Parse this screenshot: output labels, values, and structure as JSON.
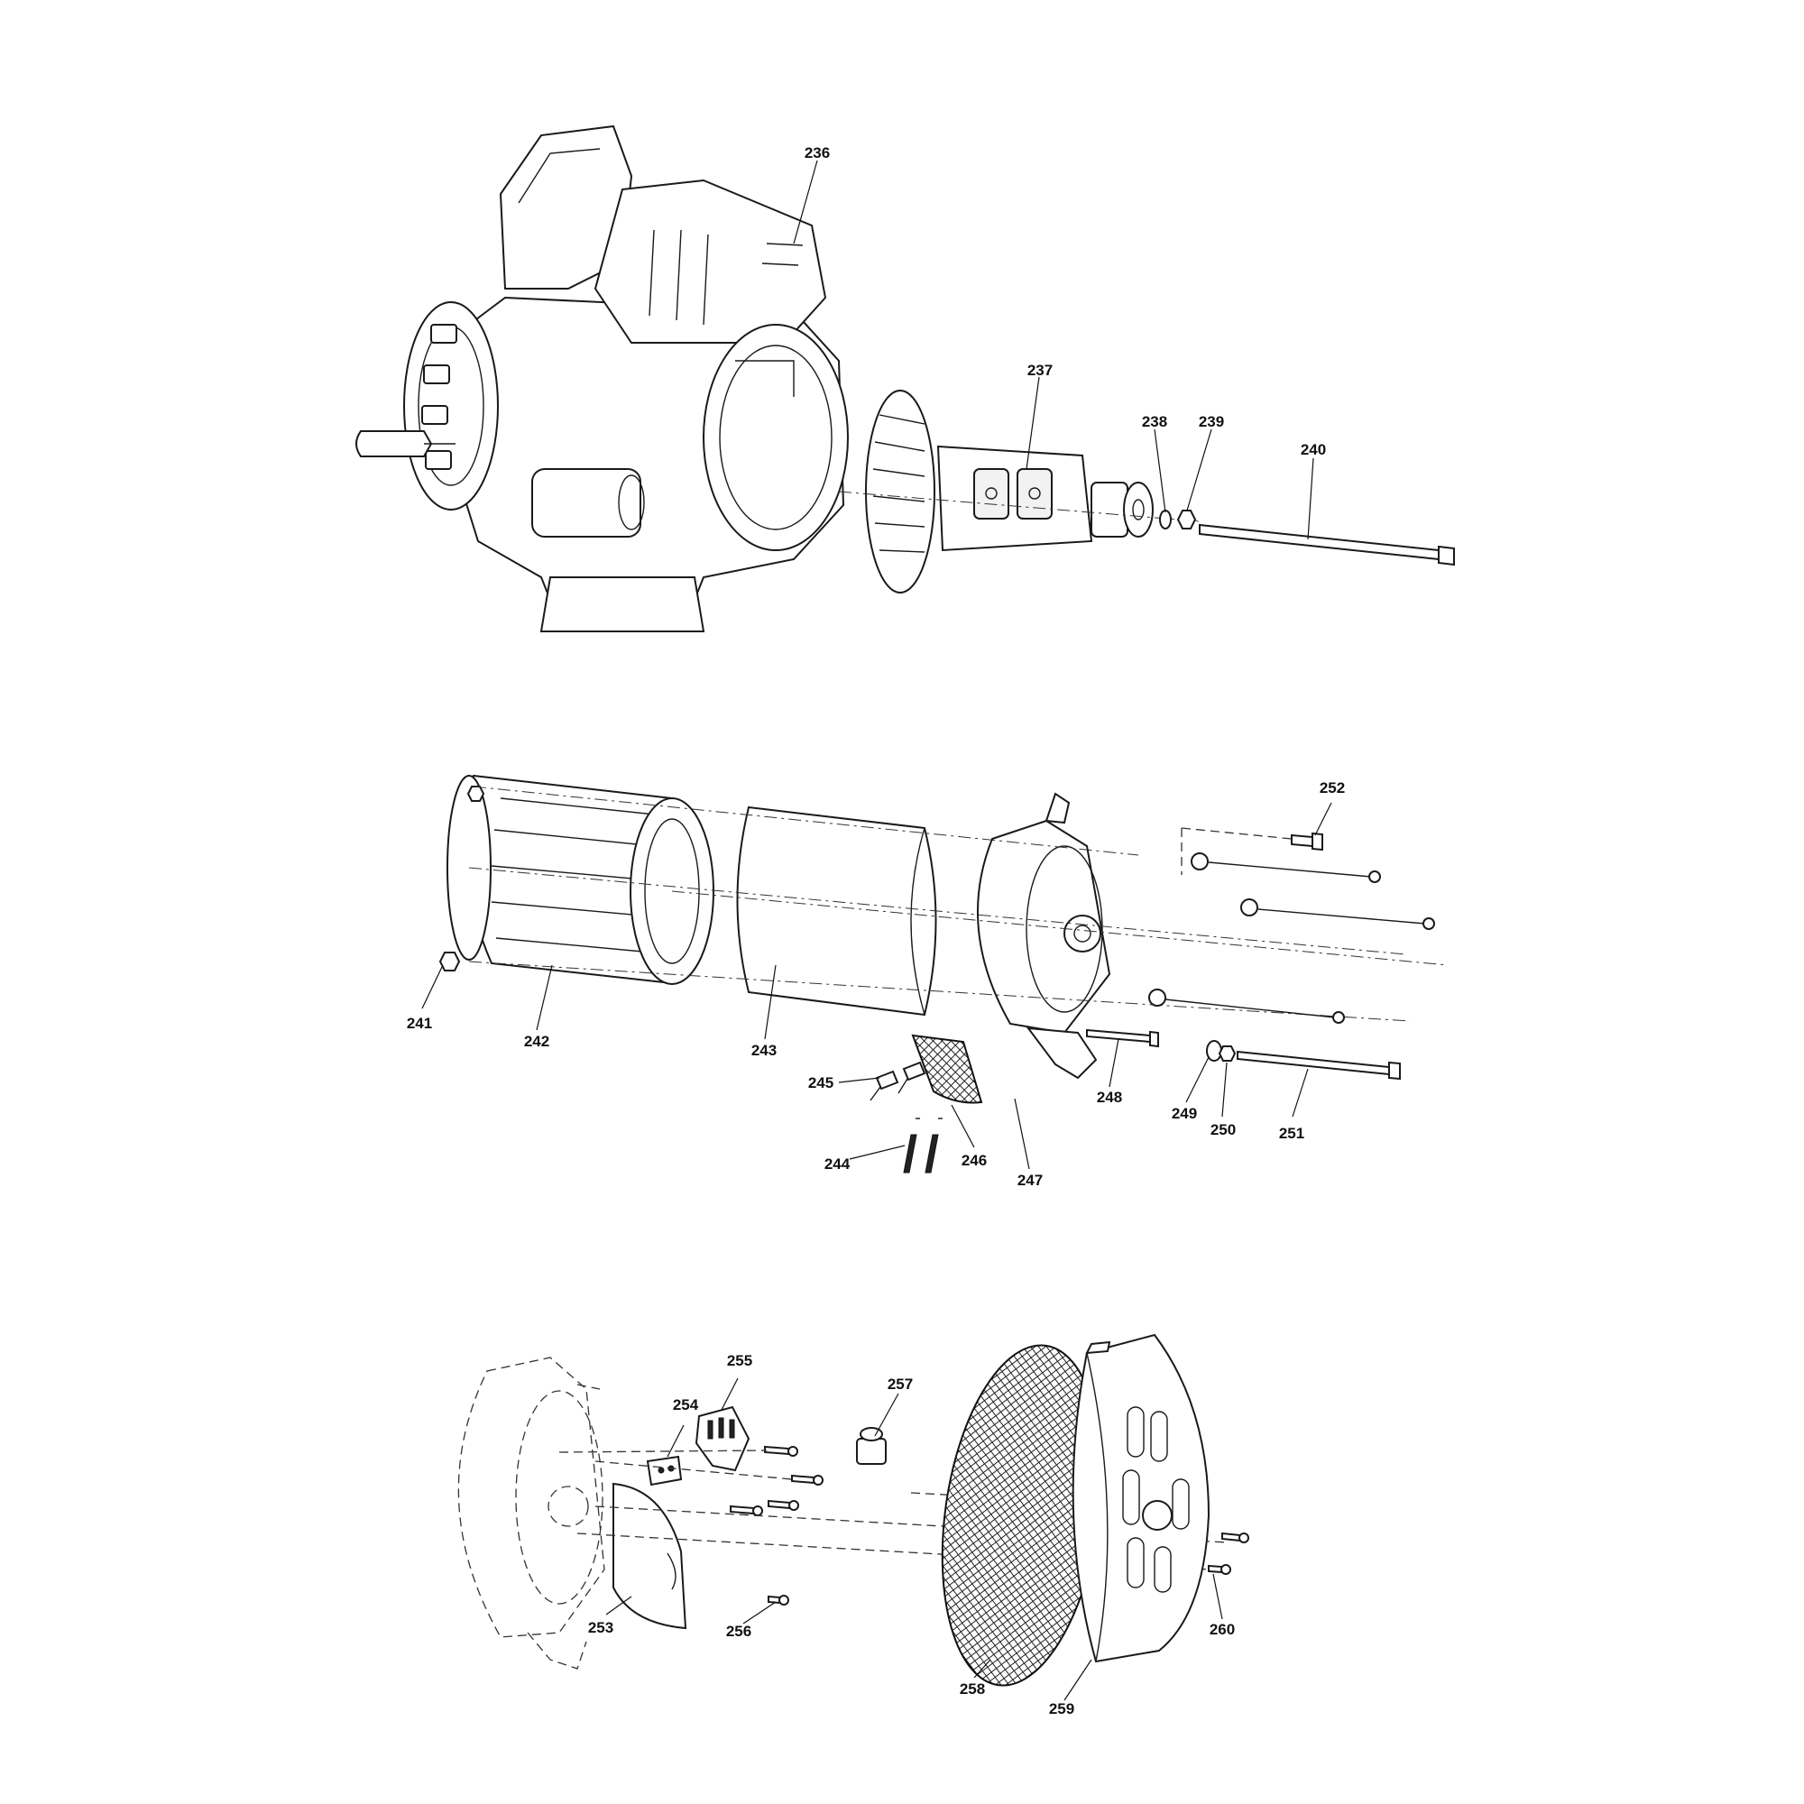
{
  "diagram": {
    "labels": {
      "p236": "236",
      "p237": "237",
      "p238": "238",
      "p239": "239",
      "p240": "240",
      "p241": "241",
      "p242": "242",
      "p243": "243",
      "p244": "244",
      "p245": "245",
      "p246": "246",
      "p247": "247",
      "p248": "248",
      "p249": "249",
      "p250": "250",
      "p251": "251",
      "p252": "252",
      "p253": "253",
      "p254": "254",
      "p255": "255",
      "p256": "256",
      "p257": "257",
      "p258": "258",
      "p259": "259",
      "p260": "260"
    }
  }
}
